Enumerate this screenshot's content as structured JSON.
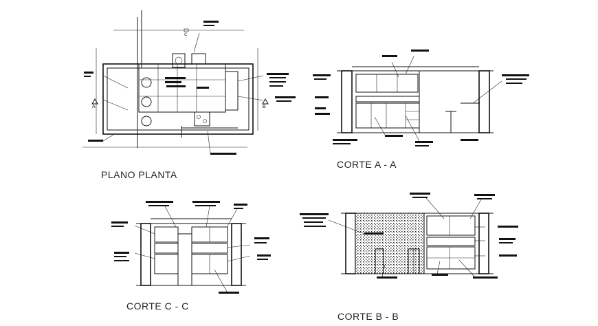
{
  "drawings": [
    {
      "id": "plano",
      "title": "PLANO PLANTA"
    },
    {
      "id": "corte-a",
      "title": "CORTE A - A"
    },
    {
      "id": "corte-c",
      "title": "CORTE C - C"
    },
    {
      "id": "corte-b",
      "title": "CORTE B - B"
    }
  ],
  "section_markers": [
    "A",
    "B",
    "C"
  ],
  "colors": {
    "line": "#111111",
    "background": "#ffffff"
  }
}
